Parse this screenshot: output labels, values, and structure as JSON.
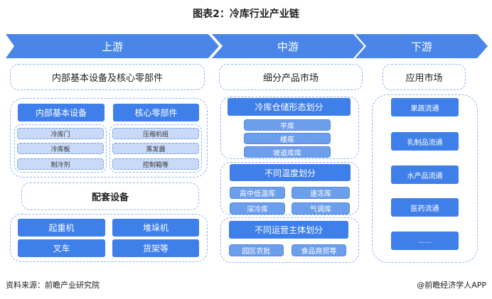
{
  "title": "图表2：冷库行业产业链",
  "stages": [
    "上游",
    "中游",
    "下游"
  ],
  "upstream": {
    "header": "内部基本设备及核心零部件",
    "internal": {
      "label": "内部基本设备",
      "items": [
        "冷库门",
        "冷库板",
        "制冷剂"
      ]
    },
    "core": {
      "label": "核心零部件",
      "items": [
        "压缩机组",
        "蒸发器",
        "控制箱等"
      ]
    },
    "support": {
      "label": "配套设备",
      "items": [
        "起重机",
        "堆垛机",
        "叉车",
        "货架等"
      ]
    }
  },
  "midstream": {
    "header": "细分产品市场",
    "storage": {
      "label": "冷库仓储形态划分",
      "items": [
        "平库",
        "楼库",
        "坡道库库"
      ]
    },
    "temperature": {
      "label": "不同温度划分",
      "items": [
        "高中低温库",
        "速冻库",
        "深冷库",
        "气调库"
      ]
    },
    "operator": {
      "label": "不同运营主体划分",
      "items": [
        "园区农批",
        "食品商贸等"
      ]
    }
  },
  "downstream": {
    "header": "应用市场",
    "items": [
      "果蔬流通",
      "乳制品流通",
      "水产品流通",
      "医药流通",
      "......"
    ]
  },
  "footer": {
    "source": "资料来源：前瞻产业研究院",
    "brand": "@前瞻经济学人APP"
  }
}
